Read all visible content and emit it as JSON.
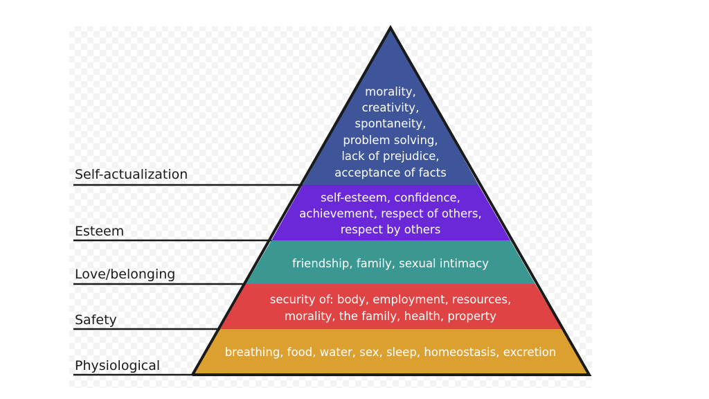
{
  "colors": {
    "background_checker": "#f5f5f5",
    "outline": "#1a1a1a",
    "self_actualization": "#3e5599",
    "esteem": "#6a28d9",
    "love_belonging": "#3a9791",
    "safety": "#e04343",
    "physiological": "#dca030",
    "text_light": "#ffffff"
  },
  "levels": [
    {
      "key": "self_actualization",
      "label": "Self-actualization",
      "lines": [
        "morality,",
        "creativity,",
        "spontaneity,",
        "problem solving,",
        "lack of prejudice,",
        "acceptance of facts"
      ]
    },
    {
      "key": "esteem",
      "label": "Esteem",
      "lines": [
        "self-esteem, confidence,",
        "achievement, respect of others,",
        "respect by others"
      ]
    },
    {
      "key": "love_belonging",
      "label": "Love/belonging",
      "lines": [
        "friendship, family, sexual intimacy"
      ]
    },
    {
      "key": "safety",
      "label": "Safety",
      "lines": [
        "security of: body, employment, resources,",
        "morality, the family, health, property"
      ]
    },
    {
      "key": "physiological",
      "label": "Physiological",
      "lines": [
        "breathing, food, water, sex, sleep, homeostasis, excretion"
      ]
    }
  ]
}
